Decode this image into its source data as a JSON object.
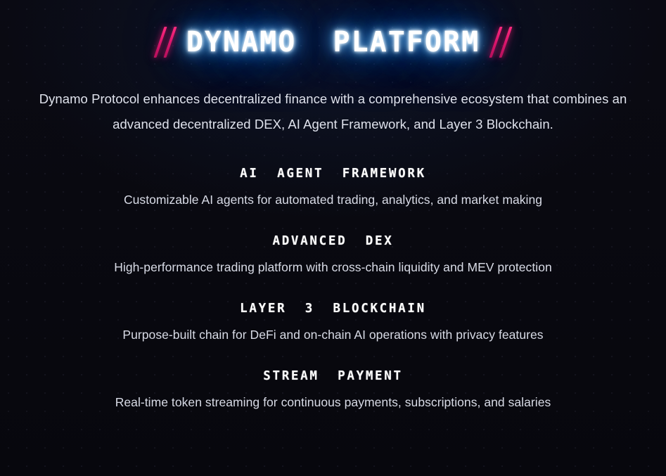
{
  "background": {
    "base_color": "#090910",
    "dot_color": "#9696be",
    "glow_color": "#101e3c"
  },
  "header": {
    "title": "DYNAMO  PLATFORM",
    "accent_color": "#e81e70",
    "glow_color": "#2a8bf2",
    "left_slashes": [
      "/",
      "/"
    ],
    "right_slashes": [
      "/",
      "/"
    ]
  },
  "intro": {
    "line1": "Dynamo Protocol enhances decentralized finance with a comprehensive ecosystem that combines an",
    "line2": "advanced decentralized DEX, AI Agent Framework, and Layer 3 Blockchain."
  },
  "features": [
    {
      "title": "AI  AGENT  FRAMEWORK",
      "description": "Customizable AI agents for automated trading, analytics, and market making"
    },
    {
      "title": "ADVANCED  DEX",
      "description": "High-performance trading platform with cross-chain liquidity and MEV protection"
    },
    {
      "title": "LAYER  3  BLOCKCHAIN",
      "description": "Purpose-built chain for DeFi and on-chain AI operations with privacy features"
    },
    {
      "title": "STREAM  PAYMENT",
      "description": "Real-time token streaming for continuous payments, subscriptions, and salaries"
    }
  ]
}
